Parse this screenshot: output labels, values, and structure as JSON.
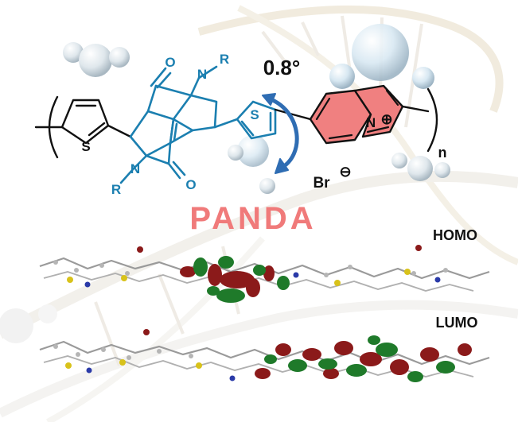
{
  "structure": {
    "substituent_top": "R",
    "substituent_bottom": "R",
    "nitrogen_label": "N",
    "oxygen_label": "O",
    "sulfur_label": "S",
    "torsion_angle": "0.8°",
    "repeat_unit": "n",
    "counter_ion": "Br",
    "counter_ion_charge": "⊖",
    "cation_charge": "⊕",
    "polymer_name": "PANDA"
  },
  "orbitals": {
    "homo_label": "HOMO",
    "lumo_label": "LUMO"
  },
  "colors": {
    "dpp_core": "#1b7fb0",
    "quinolizinium_fill": "#f08080",
    "panda_text": "#f07a7a",
    "orbital_red": "#8b1a1a",
    "orbital_green": "#1f7a2a",
    "arrow": "#2f6db3"
  }
}
